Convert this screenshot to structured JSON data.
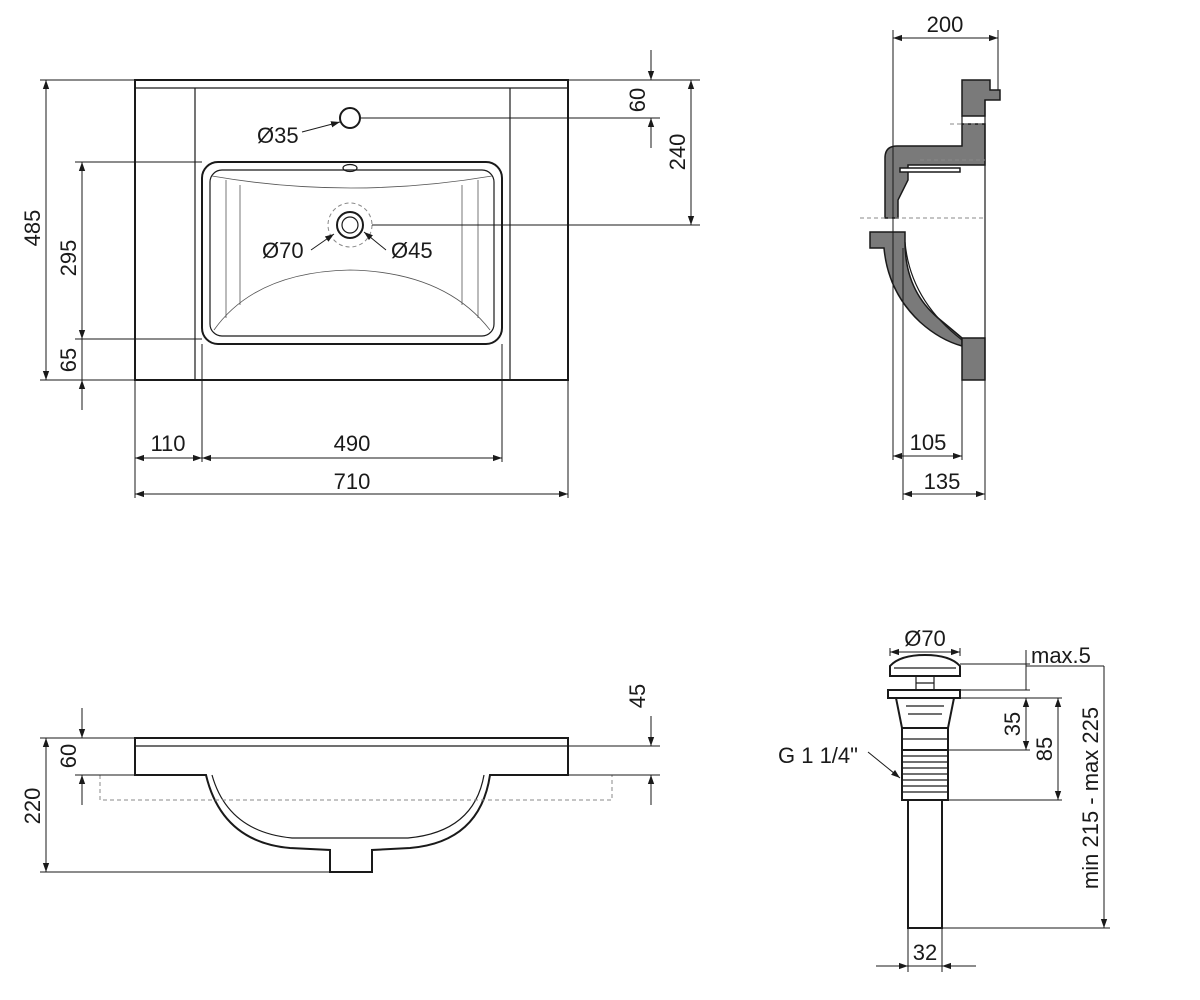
{
  "plan_view": {
    "overall_width": "710",
    "left_rim": "110",
    "bowl_width": "490",
    "overall_depth": "485",
    "bowl_depth": "295",
    "front_rim": "65",
    "tap_hole_offset": "60",
    "drain_offset": "240",
    "tap_hole_diameter": "Ø35",
    "drain_outer_diameter": "Ø70",
    "drain_inner_diameter": "Ø45"
  },
  "side_section": {
    "top_width": "200",
    "drain_depth": "105",
    "base_width": "135"
  },
  "front_view": {
    "top_thickness": "45",
    "rim_height": "60",
    "total_height": "220"
  },
  "waste_valve": {
    "cap_diameter": "Ø70",
    "max_gap": "max.5",
    "body_height": "35",
    "thread_length": "85",
    "adjustable_height": "min 215 - max 225",
    "thread_size": "G 1 1/4\"",
    "pipe_diameter": "32"
  }
}
